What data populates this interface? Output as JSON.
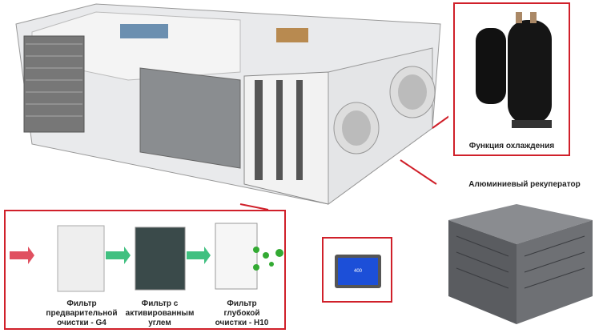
{
  "compressor": {
    "caption": "Функция охлаждения"
  },
  "recuperator": {
    "caption": "Алюминиевый рекуператор"
  },
  "filters": [
    {
      "caption": "Фильтр предварительной очистки - G4"
    },
    {
      "caption": "Фильтр с активированным углем"
    },
    {
      "caption": "Фильтр глубокой очистки - H10"
    }
  ],
  "display": {
    "value": "400"
  },
  "colors": {
    "frame": "#d0202a",
    "arrow_in": "#e05060",
    "arrow_out": "#40c080",
    "screen": "#1c4fd8"
  }
}
